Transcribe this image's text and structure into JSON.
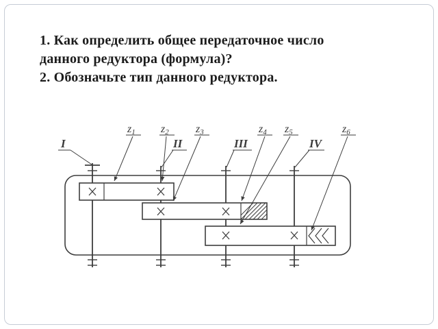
{
  "slide": {
    "question": {
      "line1": "1. Как определить общее передаточное число",
      "line2": "данного редуктора (формула)?",
      "line3": "2. Обозначьте тип данного редуктора."
    }
  },
  "diagram": {
    "shaft_labels": [
      {
        "label": "I"
      },
      {
        "label": "II"
      },
      {
        "label": "III"
      },
      {
        "label": "IV"
      }
    ],
    "gear_labels": [
      {
        "letter": "z",
        "index": "1"
      },
      {
        "letter": "z",
        "index": "2"
      },
      {
        "letter": "z",
        "index": "3"
      },
      {
        "letter": "z",
        "index": "4"
      },
      {
        "letter": "z",
        "index": "5"
      },
      {
        "letter": "z",
        "index": "6"
      }
    ],
    "colors": {
      "line": "#3d3d3d",
      "text": "#1c1c1c",
      "frame_border": "#c6ccd5"
    }
  }
}
